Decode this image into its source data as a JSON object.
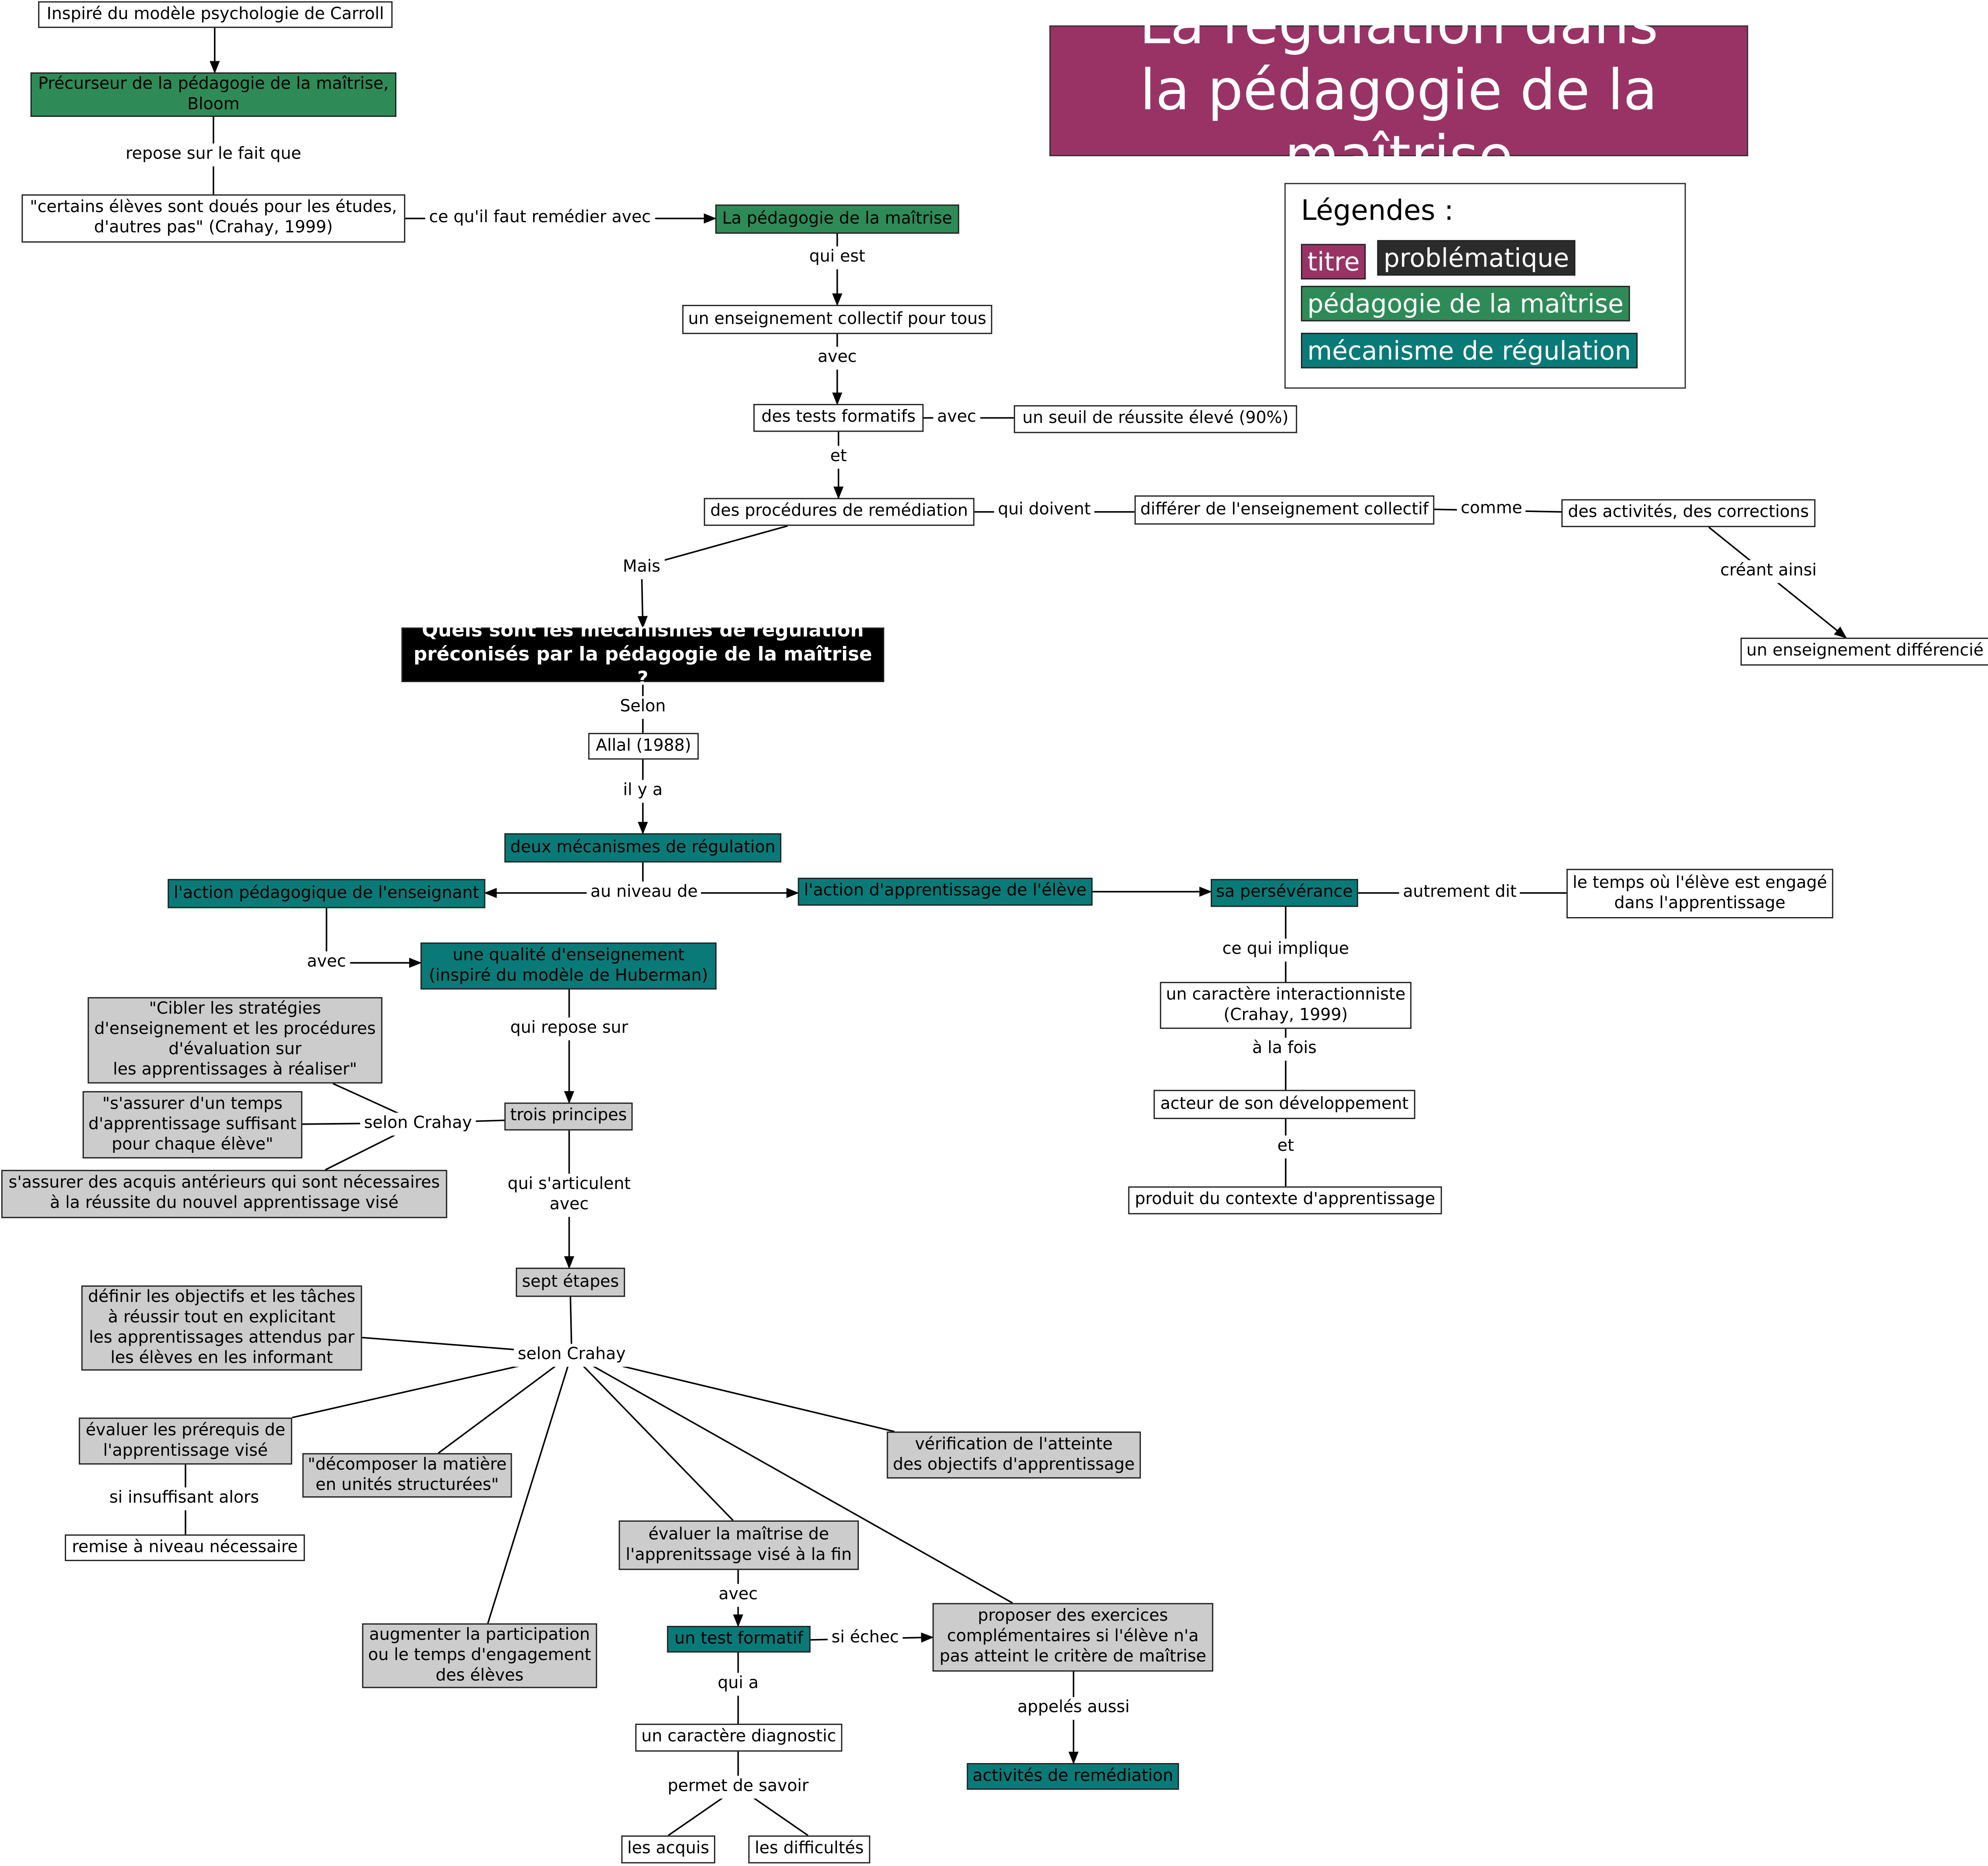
{
  "title": "La régulation dans\nla pédagogie de la maîtrise",
  "legend": {
    "heading": "Légendes :",
    "items": [
      {
        "label": "titre",
        "color": "#993366"
      },
      {
        "label": "problématique",
        "color": "#2b2b2b"
      },
      {
        "label": "pédagogie de la maîtrise",
        "color": "#2e8b57"
      },
      {
        "label": "mécanisme de régulation",
        "color": "#0a7a78"
      }
    ]
  },
  "nodes": {
    "carroll": "Inspiré du modèle psychologie de Carroll",
    "bloom": "Précurseur de la pédagogie de la maîtrise,\nBloom",
    "citation_doues": "\"certains élèves sont doués pour les études,\nd'autres pas\" (Crahay, 1999)",
    "pedagogie_maitrise": "La pédagogie de la maîtrise",
    "enseignement_collectif": "un enseignement collectif pour tous",
    "tests_formatifs": "des tests formatifs",
    "seuil_reussite": "un seuil de réussite élevé (90%)",
    "procedures_remediation": "des procédures de remédiation",
    "differer": "différer de l'enseignement collectif",
    "activites_corrections": "des activités, des corrections",
    "enseignement_differencie": "un enseignement différencié",
    "question": "Quels sont les mécanismes de régulation\npréconisés par la pédagogie de la maîtrise ?",
    "allal": "Allal (1988)",
    "deux_mecanismes": "deux mécanismes de régulation",
    "action_enseignant": "l'action pédagogique de l'enseignant",
    "action_eleve": "l'action d'apprentissage de l'élève",
    "perseverance": "sa persévérance",
    "temps_engage": "le temps où l'élève est engagé\ndans l'apprentissage",
    "qualite_enseignement": "une qualité d'enseignement\n(inspiré du modèle de Huberman)",
    "caractere_interactionniste": "un caractère interactionniste\n(Crahay, 1999)",
    "acteur_developpement": "acteur de son développement",
    "produit_contexte": "produit du contexte d'apprentissage",
    "cibler_strategies": "\"Cibler les stratégies\nd'enseignement et les procédures\nd'évaluation sur\nles apprentissages à réaliser\"",
    "temps_suffisant": "\"s'assurer d'un temps\nd'apprentissage suffisant\npour chaque élève\"",
    "acquis_anterieurs": "s'assurer des acquis antérieurs qui sont nécessaires\nà la réussite du nouvel apprentissage visé",
    "trois_principes": "trois principes",
    "sept_etapes": "sept étapes",
    "definir_objectifs": "définir les objectifs et les tâches\nà réussir tout en explicitant\nles apprentissages attendus par\nles élèves en les informant",
    "evaluer_prerequis": "évaluer les prérequis de\nl'apprentissage visé",
    "decomposer_matiere": "\"décomposer la matière\nen unités structurées\"",
    "verification_atteinte": "vérification de l'atteinte\ndes objectifs d'apprentissage",
    "remise_niveau": "remise à niveau nécessaire",
    "evaluer_maitrise": "évaluer la maîtrise de\nl'apprenitssage visé à la fin",
    "test_formatif": "un test formatif",
    "exercices_complementaires": "proposer des exercices\ncomplémentaires si l'élève n'a\npas atteint le critère de maîtrise",
    "augmenter_participation": "augmenter la participation\nou le temps d'engagement\ndes élèves",
    "caractere_diagnostic": "un caractère diagnostic",
    "activites_remediation": "activités de remédiation",
    "les_acquis": "les acquis",
    "les_difficultes": "les difficultés"
  },
  "links": {
    "repose_sur": "repose sur le fait que",
    "remedier_avec": "ce qu'il faut remédier avec",
    "qui_est": "qui est",
    "avec_1": "avec",
    "avec_seuil": "avec",
    "et_1": "et",
    "qui_doivent": "qui doivent",
    "comme": "comme",
    "creant_ainsi": "créant ainsi",
    "mais": "Mais",
    "selon": "Selon",
    "il_y_a": "il y a",
    "au_niveau_de": "au niveau de",
    "autrement_dit": "autrement dit",
    "avec_qualite": "avec",
    "qui_repose_sur": "qui repose sur",
    "ce_qui_implique": "ce qui implique",
    "a_la_fois": "à la fois",
    "et_2": "et",
    "selon_crahay_1": "selon Crahay",
    "articulent_avec": "qui s'articulent\navec",
    "selon_crahay_2": "selon Crahay",
    "si_insuffisant": "si insuffisant alors",
    "avec_test": "avec",
    "si_echec": "si échec",
    "qui_a": "qui a",
    "appeles_aussi": "appelés aussi",
    "permet_savoir": "permet de savoir"
  }
}
